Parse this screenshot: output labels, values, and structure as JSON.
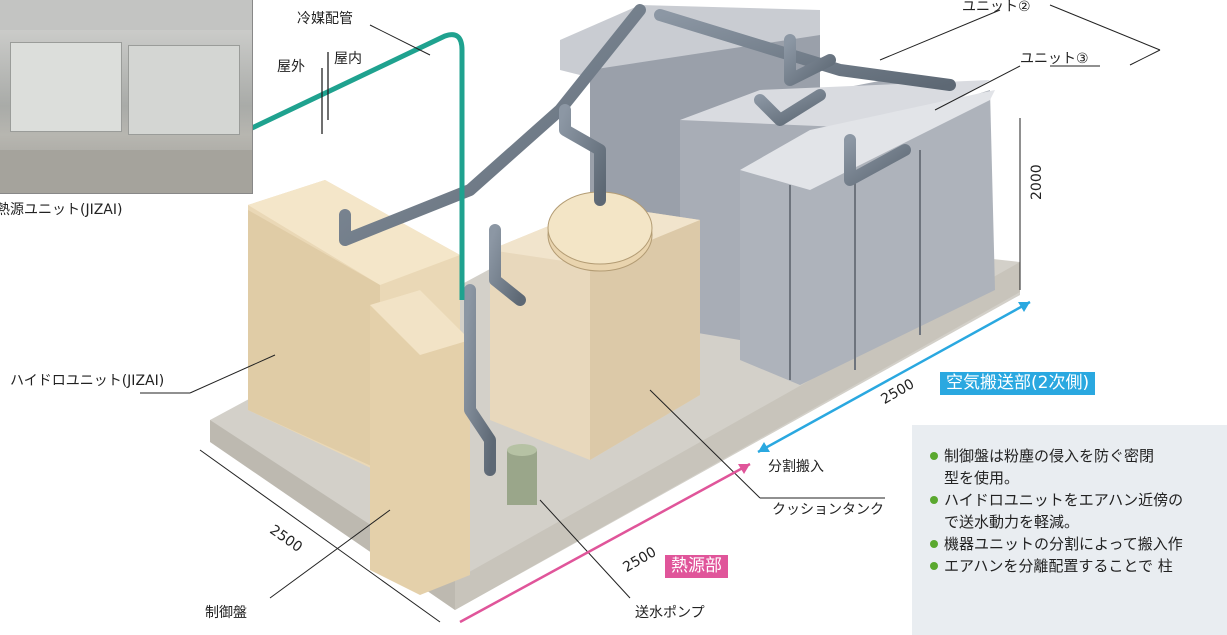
{
  "labels": {
    "refrigerant_pipe": "冷媒配管",
    "outdoor": "屋外",
    "indoor": "屋内",
    "heat_source_unit": "熱源ユニット(JIZAI)",
    "hydro_unit": "ハイドロユニット(JIZAI)",
    "control_panel": "制御盤",
    "pump": "送水ポンプ",
    "cushion_tank": "クッションタンク",
    "split_delivery": "分割搬入",
    "unit2": "ユニット②",
    "unit3": "ユニット③"
  },
  "dimensions": {
    "height": "2000",
    "width_air": "2500",
    "width_heat": "2500",
    "depth": "2500"
  },
  "badges": {
    "air_section": "空気搬送部(2次側)",
    "heat_section": "熱源部"
  },
  "colors": {
    "refrigerant": "#1fa28f",
    "air_blue": "#2aa8e0",
    "heat_pink": "#e0559a",
    "bullet": "#5aa82f"
  },
  "notes": [
    "制御盤は粉塵の侵入を防ぐ密閉",
    "型を使用。",
    "ハイドロユニットをエアハン近傍の",
    "で送水動力を軽減。",
    "機器ユニットの分割によって搬入作",
    "エアハンを分離配置することで 柱"
  ]
}
